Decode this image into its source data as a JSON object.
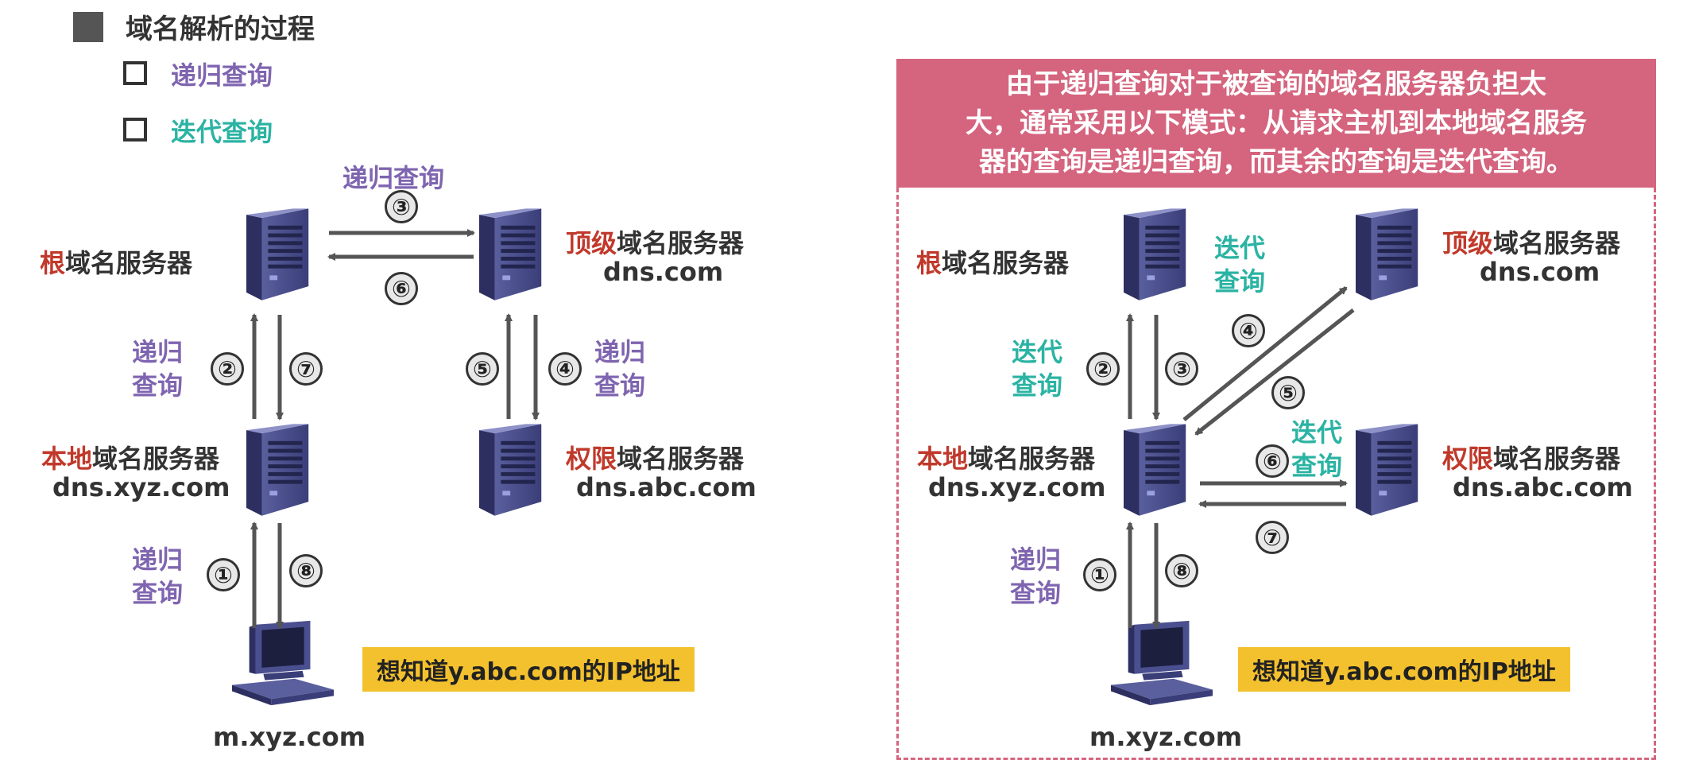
{
  "header": {
    "title": "域名解析的过程",
    "items": [
      "递归查询",
      "迭代查询"
    ]
  },
  "left": {
    "root_prefix": "根",
    "root_suffix": "域名服务器",
    "top_prefix": "顶级",
    "top_suffix": "域名服务器",
    "top_dns": "dns.com",
    "local_prefix": "本地",
    "local_suffix": "域名服务器",
    "local_dns": "dns.xyz.com",
    "auth_prefix": "权限",
    "auth_suffix": "域名服务器",
    "auth_dns": "dns.abc.com",
    "host": "m.xyz.com",
    "query_top": "递归查询",
    "query_a1": "递归",
    "query_a2": "查询",
    "query_b1": "递归",
    "query_b2": "查询",
    "query_c1": "递归",
    "query_c2": "查询",
    "callout": "想知道y.abc.com的IP地址",
    "nums": [
      "①",
      "②",
      "③",
      "④",
      "⑤",
      "⑥",
      "⑦",
      "⑧"
    ]
  },
  "right": {
    "note": "由于递归查询对于被查询的域名服务器负担太大，通常采用以下模式：从请求主机到本地域名服务器的查询是递归查询，而其余的查询是迭代查询。",
    "note_l1": "由于递归查询对于被查询的域名服务器负担太",
    "note_l2": "大，通常采用以下模式：从请求主机到本地域名服务",
    "note_l3": "器的查询是递归查询，而其余的查询是迭代查询。",
    "root_prefix": "根",
    "root_suffix": "域名服务器",
    "top_prefix": "顶级",
    "top_suffix": "域名服务器",
    "top_dns": "dns.com",
    "local_prefix": "本地",
    "local_suffix": "域名服务器",
    "local_dns": "dns.xyz.com",
    "auth_prefix": "权限",
    "auth_suffix": "域名服务器",
    "auth_dns": "dns.abc.com",
    "host": "m.xyz.com",
    "iter_a1": "迭代",
    "iter_a2": "查询",
    "iter_b1": "迭代",
    "iter_b2": "查询",
    "iter_c1": "迭代",
    "iter_c2": "查询",
    "rec_1": "递归",
    "rec_2": "查询",
    "callout": "想知道y.abc.com的IP地址",
    "nums": [
      "①",
      "②",
      "③",
      "④",
      "⑤",
      "⑥",
      "⑦",
      "⑧"
    ]
  },
  "colors": {
    "recursive": "#7f65b0",
    "iterative": "#2bb3a3",
    "emphasis": "#c0392b",
    "callout": "#f4c12e",
    "note_bg": "#d5647e"
  }
}
